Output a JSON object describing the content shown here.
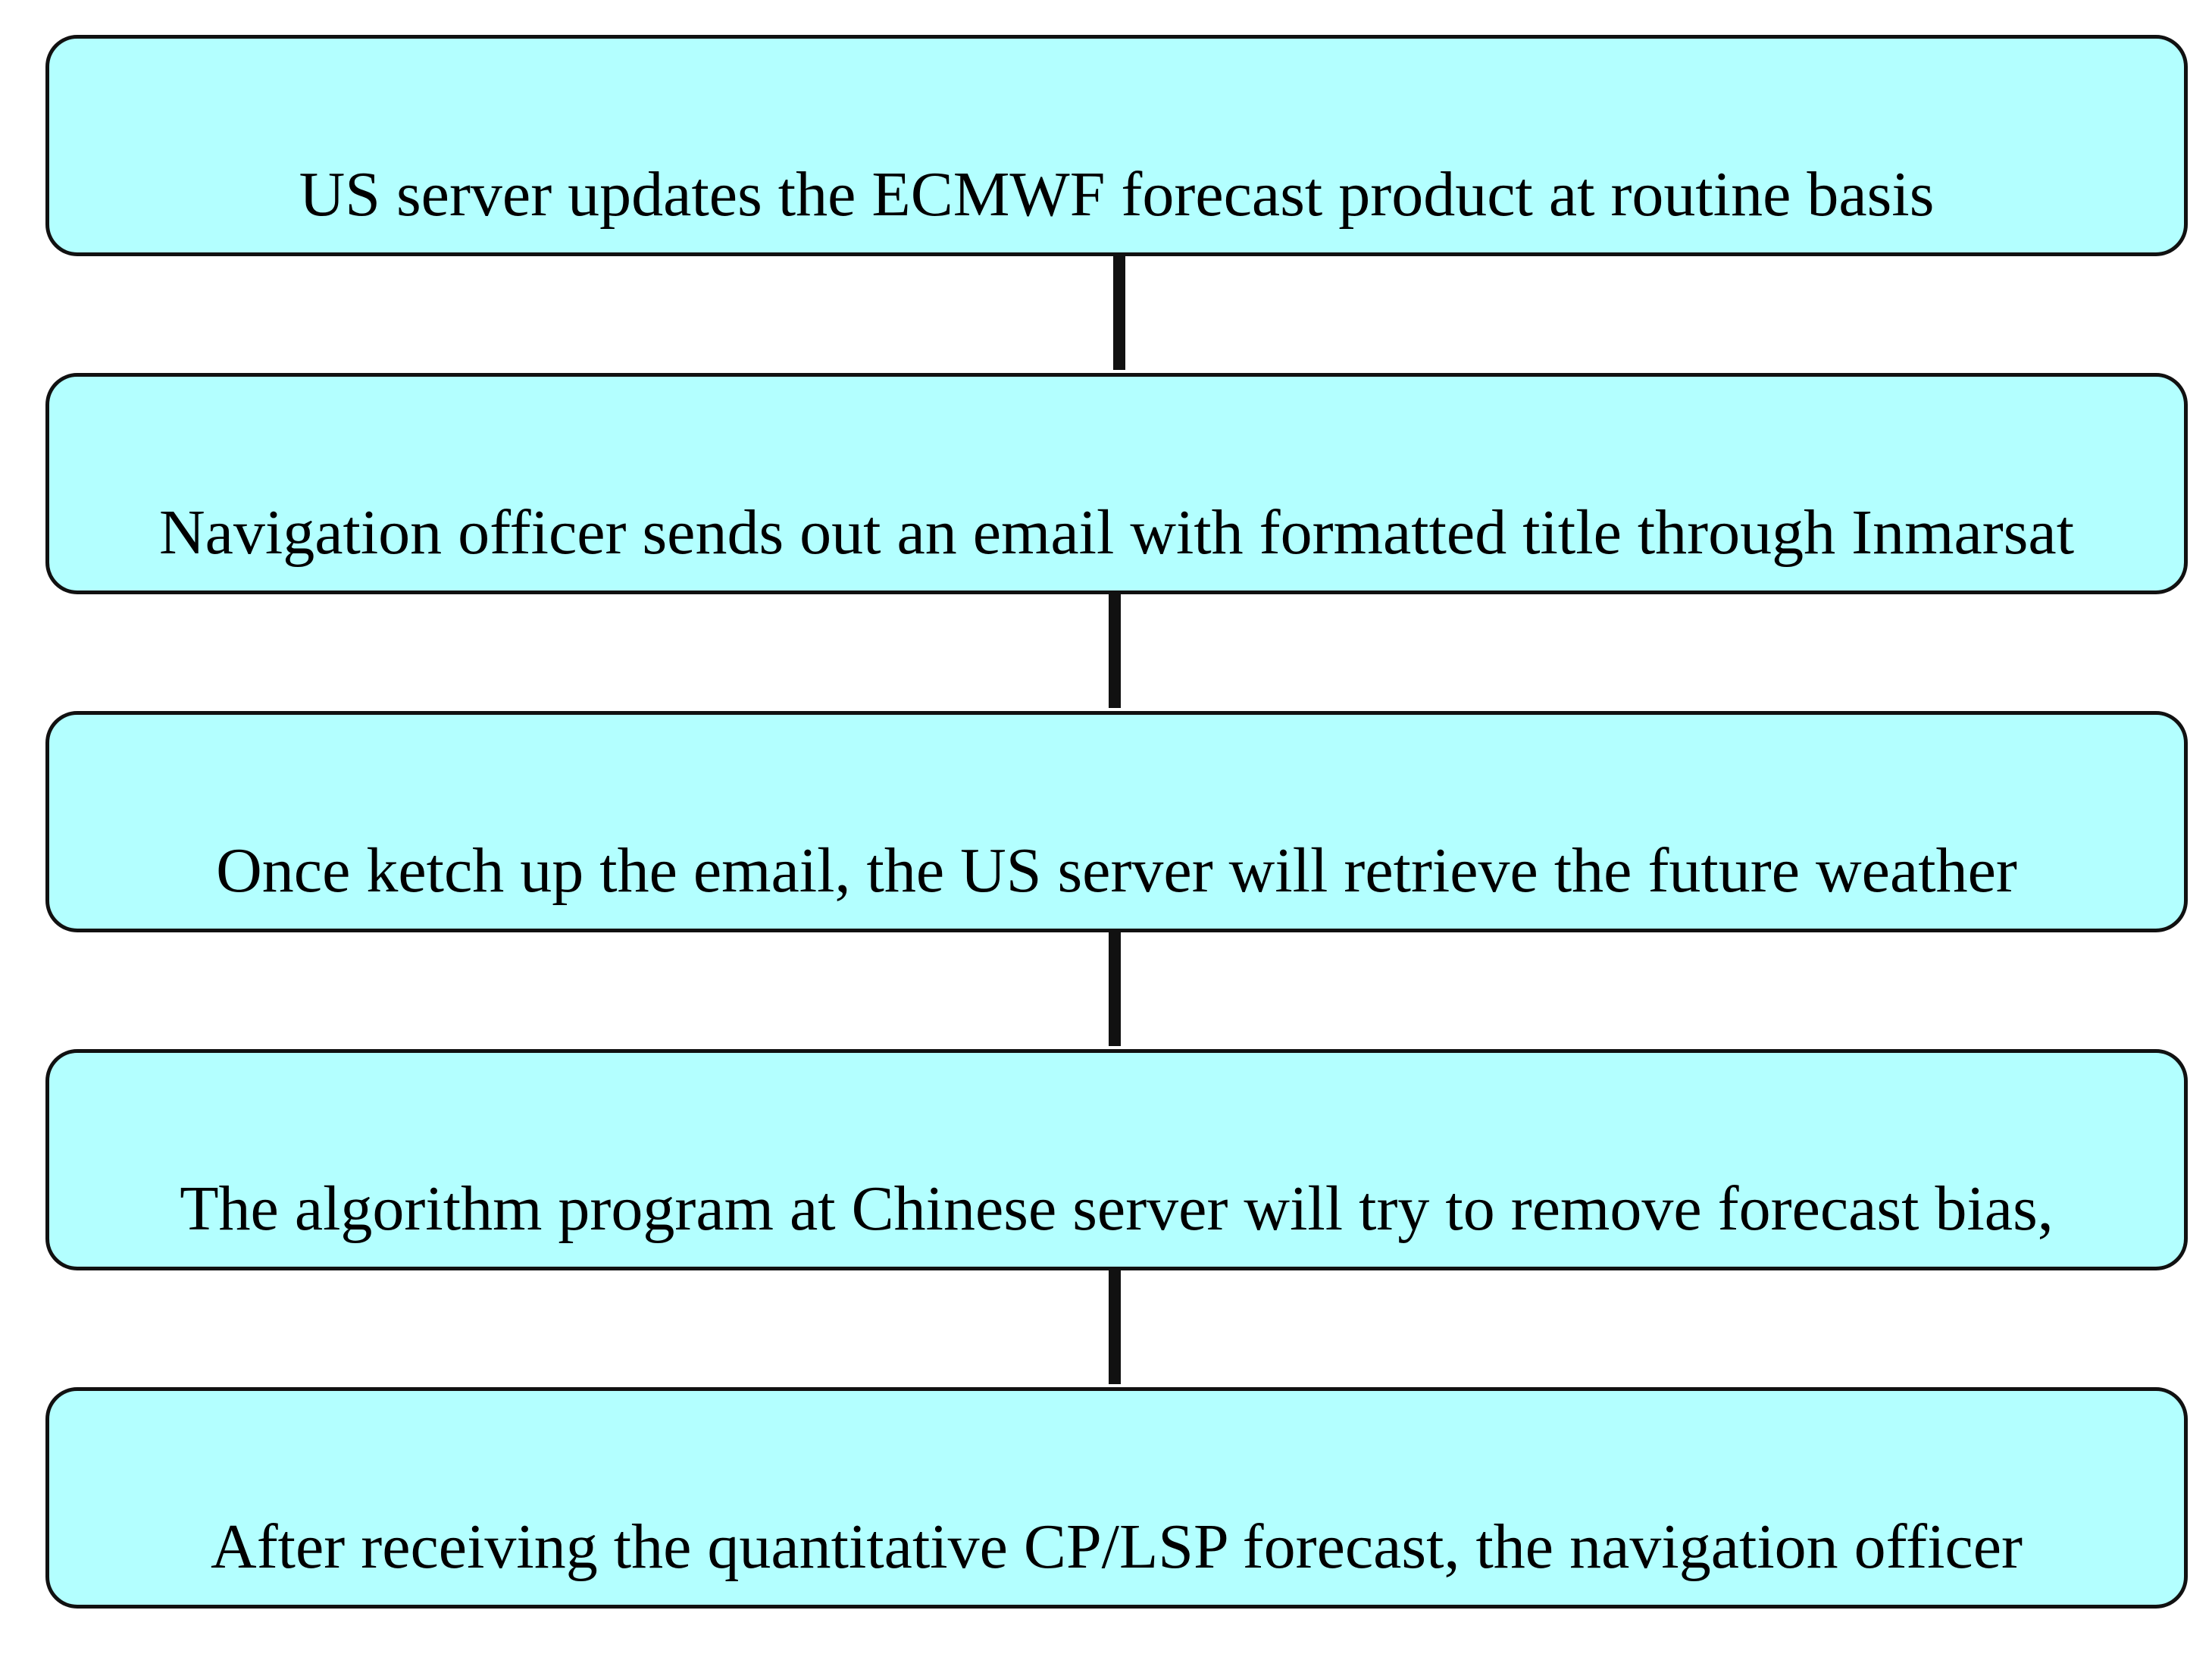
{
  "diagram": {
    "type": "vertical-flowchart",
    "box_fill": "#b3ffff",
    "border_color": "#111111",
    "steps": [
      {
        "label": "US server updates the ECMWF forecast product at routine basis"
      },
      {
        "label": "Navigation officer sends out an email with formatted title through Inmarsat"
      },
      {
        "label": "Once ketch up the email, the US server will retrieve the future weather"
      },
      {
        "label": "The algorithm program at Chinese server will try to remove forecast bias,"
      },
      {
        "label": "After receiving the quantitative CP/LSP forecast, the navigation officer"
      }
    ]
  }
}
